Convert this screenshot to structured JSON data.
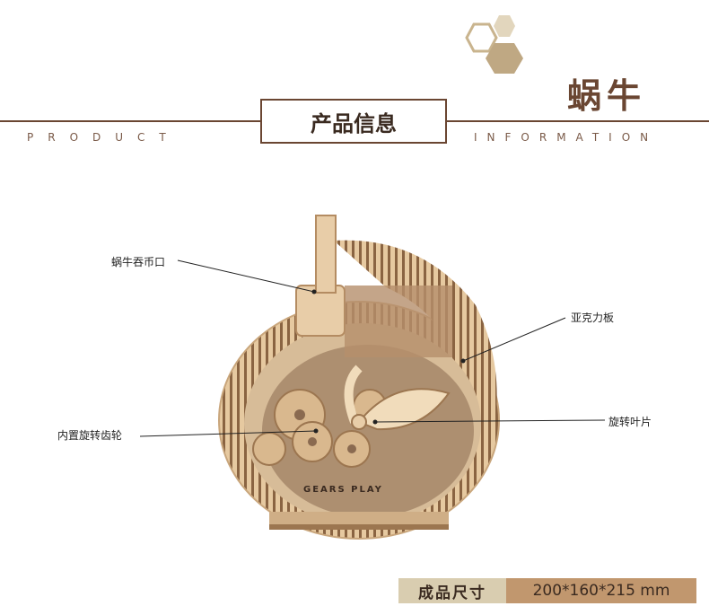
{
  "header": {
    "product_name": "蜗牛",
    "section_title": "产品信息",
    "sub_left": "PRODUCT",
    "sub_right": "INFORMATION"
  },
  "callouts": {
    "coin_slot": "蜗牛吞币口",
    "acrylic_board": "亚克力板",
    "inner_gear": "内置旋转齿轮",
    "rotating_blade": "旋转叶片"
  },
  "product_logo": "GEARS PLAY",
  "spec": {
    "label": "成品尺寸",
    "value": "200*160*215 mm"
  },
  "colors": {
    "brand_brown": "#6a4632",
    "hex_light": "#e2d6bd",
    "hex_dark": "#bfa883",
    "spec_label_bg": "#d9cdb0",
    "spec_value_bg": "#c1976e",
    "wood": "#e8cda8"
  }
}
